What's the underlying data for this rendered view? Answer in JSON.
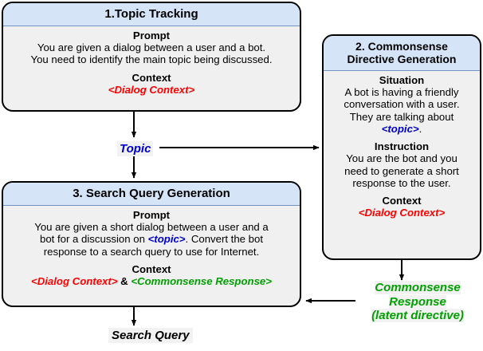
{
  "diagram": {
    "title": "Commonsense-augmented search query generation pipeline",
    "colors": {
      "header_fill": "#d6e4f7",
      "header_border": "#7392c4",
      "body_fill": "#f0f0f0",
      "outline": "#000000",
      "red": "#ff0000",
      "blue": "#0000cc",
      "green": "#00a000"
    }
  },
  "box1": {
    "header": "1.Topic Tracking",
    "prompt_label": "Prompt",
    "prompt_line1": "You are given a dialog between a user and a bot.",
    "prompt_line2": "You need to identify the main topic being discussed.",
    "context_label": "Context",
    "context_value": "<Dialog Context>"
  },
  "box2": {
    "header_line1": "2. Commonsense",
    "header_line2": "Directive Generation",
    "situation_label": "Situation",
    "situation_line1": "A bot is having a friendly",
    "situation_line2": "conversation with a user.",
    "situation_line3": "They are talking about",
    "situation_topic": "<topic>",
    "situation_period": ".",
    "instruction_label": "Instruction",
    "instruction_line1": "You are the bot and you",
    "instruction_line2": "need to generate a short",
    "instruction_line3": "response to the user.",
    "context_label": "Context",
    "context_value": "<Dialog Context>"
  },
  "box3": {
    "header": "3. Search Query Generation",
    "prompt_label": "Prompt",
    "prompt_line1": "You are given a short dialog between a user and a",
    "prompt_line2a": "bot for a discussion on ",
    "prompt_line2_topic": "<topic>",
    "prompt_line2b": ". Convert the bot",
    "prompt_line3": "response to a search query to use for Internet.",
    "context_label": "Context",
    "context_dialog": "<Dialog Context>",
    "context_amp": "&",
    "context_commonsense": "<Commonsense Response>"
  },
  "labels": {
    "topic": "Topic",
    "commonsense_line1": "Commonsense",
    "commonsense_line2": "Response",
    "commonsense_line3": "(latent directive)",
    "search_query": "Search Query"
  },
  "connectors": [
    {
      "name": "box1-to-topic",
      "from": "box1",
      "to": "topic",
      "direction": "down"
    },
    {
      "name": "topic-to-box2",
      "from": "topic",
      "to": "box2",
      "direction": "right"
    },
    {
      "name": "topic-to-box3",
      "from": "topic",
      "to": "box3",
      "direction": "down"
    },
    {
      "name": "box2-to-commonsense",
      "from": "box2",
      "to": "commonsense",
      "direction": "down"
    },
    {
      "name": "commonsense-to-box3",
      "from": "commonsense",
      "to": "box3",
      "direction": "left"
    },
    {
      "name": "box3-to-search-query",
      "from": "box3",
      "to": "search_query",
      "direction": "down"
    }
  ]
}
